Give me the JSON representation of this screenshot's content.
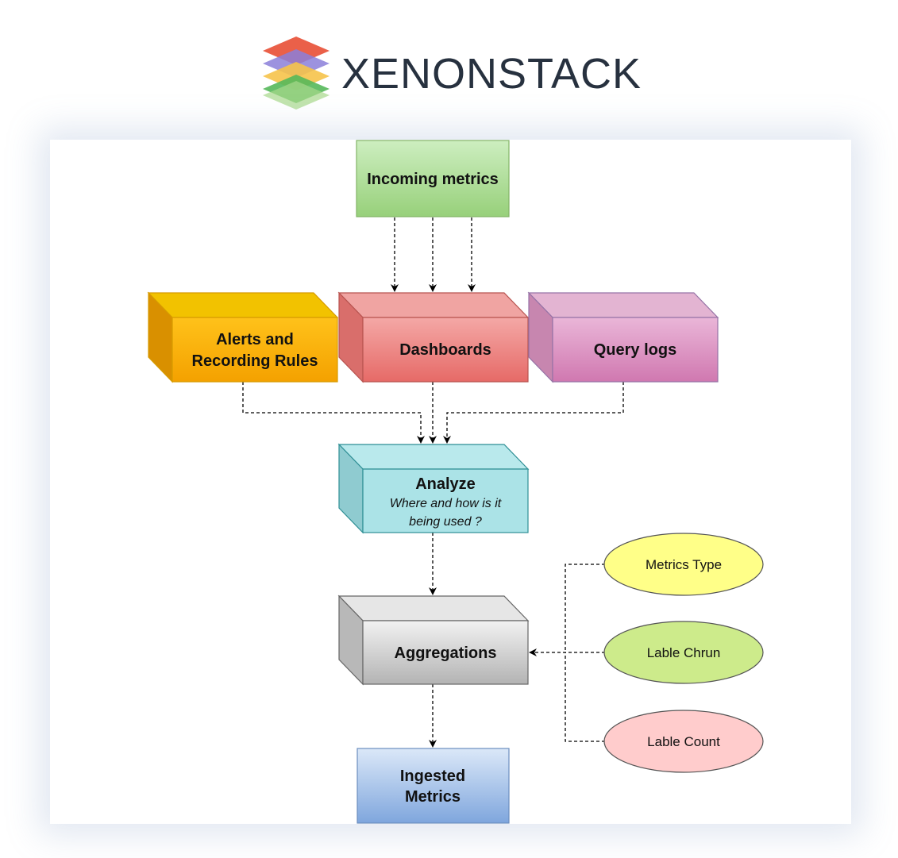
{
  "brand": {
    "name": "XENONSTACK",
    "logo_icon": "stacked-layers-icon"
  },
  "diagram": {
    "incoming": {
      "label": "Incoming metrics"
    },
    "alerts": {
      "line1": "Alerts and",
      "line2": "Recording Rules"
    },
    "dashboards": {
      "label": "Dashboards"
    },
    "query_logs": {
      "label": "Query logs"
    },
    "analyze": {
      "title": "Analyze",
      "line1": "Where and how is it",
      "line2": "being used ?"
    },
    "aggregations": {
      "label": "Aggregations"
    },
    "ingested": {
      "line1": "Ingested",
      "line2": "Metrics"
    },
    "inputs": {
      "metrics_type": "Metrics Type",
      "lable_chrun": "Lable Chrun",
      "lable_count": "Lable Count"
    }
  },
  "colors": {
    "green_box": "#a9db8f",
    "orange_box": "#f5a400",
    "red_box": "#ea7c7a",
    "purple_box": "#d88fbd",
    "teal_box": "#a9e2e6",
    "gray_box": "#c9c9c9",
    "blue_box": "#8fb3e6",
    "yellow_ellipse": "#ffff8c",
    "lime_ellipse": "#cdeb8b",
    "pink_ellipse": "#ffcccc"
  }
}
